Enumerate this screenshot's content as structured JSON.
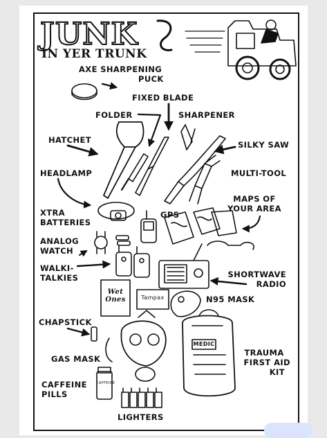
{
  "title": {
    "line1": "JUNK",
    "line2": "IN YER TRUNK"
  },
  "labels": {
    "axe_puck_1": "AXE SHARPENING",
    "axe_puck_2": "PUCK",
    "fixed_blade": "FIXED BLADE",
    "folder": "FOLDER",
    "sharpener": "SHARPENER",
    "hatchet": "HATCHET",
    "silky_saw": "SILKY SAW",
    "headlamp": "HEADLAMP",
    "multi_tool": "MULTI-TOOL",
    "maps_1": "MAPS OF",
    "maps_2": "YOUR AREA",
    "xtra_1": "XTRA",
    "xtra_2": "BATTERIES",
    "gps": "GPS",
    "analog_1": "ANALOG",
    "analog_2": "WATCH",
    "walki_1": "WALKI-",
    "walki_2": "TALKIES",
    "shortwave_1": "SHORTWAVE",
    "shortwave_2": "RADIO",
    "n95": "N95 MASK",
    "chapstick": "CHAPSTICK",
    "gas_mask": "GAS MASK",
    "trauma_1": "TRAUMA",
    "trauma_2": "FIRST AID",
    "trauma_3": "KIT",
    "caffeine_1": "CAFFEINE",
    "caffeine_2": "PILLS",
    "lighters": "LIGHTERS"
  },
  "item_text": {
    "wet_ones_1": "Wet",
    "wet_ones_2": "Ones",
    "tampax": "Tampax",
    "medic": "MEDIC",
    "caffeine_bottle": "CAFFEINE"
  },
  "icons": {
    "vehicle": "jeep-with-driver-icon",
    "puck": "sharpening-puck-icon",
    "hatchet": "hatchet-icon",
    "fixed_blade": "fixed-blade-knife-icon",
    "folder": "folding-knife-icon",
    "sharpener": "sharpener-icon",
    "saw": "folding-saw-icon",
    "multi_tool": "multi-tool-icon",
    "headlamp": "headlamp-icon",
    "maps": "maps-icon",
    "gps": "gps-icon",
    "watch": "watch-icon",
    "walkie": "walkie-talkie-icon",
    "radio": "shortwave-radio-icon",
    "n95": "n95-mask-icon",
    "chapstick": "chapstick-icon",
    "gas_mask": "gas-mask-icon",
    "first_aid": "first-aid-kit-icon",
    "pills": "pill-bottle-icon",
    "lighters": "lighters-icon"
  },
  "colors": {
    "ink": "#111111",
    "paper": "#ffffff",
    "backdrop": "#e9e9e9",
    "button": "#dbe3ff"
  }
}
